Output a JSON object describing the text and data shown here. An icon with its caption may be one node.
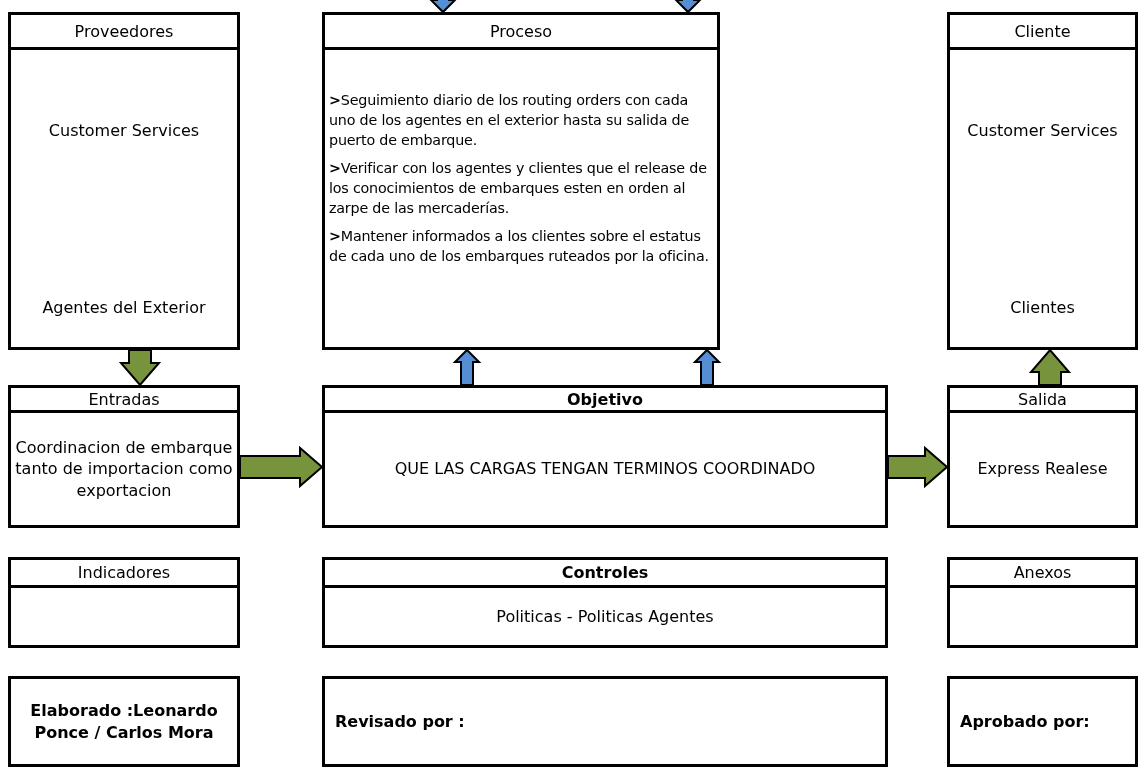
{
  "diagram": {
    "nodes": [
      {
        "text": [
          "Proveedores",
          "Customer Services",
          "Agentes del Exterior"
        ]
      },
      {
        "text": [
          "Proceso",
          "**>**Seguimiento diario de los routing orders con cada uno de los agentes en el exterior hasta su salida de puerto de embarque.",
          "**>**Verificar con los agentes y clientes que el release de los conocimientos de embarques esten en orden al zarpe de las mercaderías.",
          "**>**Mantener informados a los clientes sobre el estatus de cada uno de los embarques ruteados por la oficina."
        ]
      },
      {
        "text": [
          "Cliente",
          "Customer Services",
          "Clientes"
        ]
      },
      {
        "text": [
          "Entradas",
          "Coordinacion de embarque tanto de importacion como exportacion"
        ]
      },
      {
        "text": [
          "Objetivo",
          "QUE LAS CARGAS TENGAN TERMINOS COORDINADO"
        ]
      },
      {
        "text": [
          "Salida",
          "Express Realese"
        ]
      },
      {
        "text": [
          "Indicadores"
        ]
      },
      {
        "text": [
          "Controles",
          "Politicas - Politicas Agentes"
        ]
      },
      {
        "text": [
          "Anexos"
        ]
      },
      {
        "text": [
          "Elaborado :Leonardo Ponce / Carlos Mora"
        ]
      },
      {
        "text": [
          "Revisado por :"
        ]
      },
      {
        "text": [
          "Aprobado por:"
        ]
      }
    ],
    "edges": [
      {
        "from": 0,
        "to": 3,
        "arrow": "to",
        "style": "thick",
        "color": "#77933c"
      },
      {
        "from": 3,
        "to": 4,
        "arrow": "to",
        "style": "thick",
        "color": "#77933c"
      },
      {
        "from": 4,
        "to": 5,
        "arrow": "to",
        "style": "thick",
        "color": "#77933c"
      },
      {
        "from": 5,
        "to": 2,
        "arrow": "to",
        "style": "thick",
        "color": "#77933c"
      },
      {
        "from": 4,
        "to": 1,
        "arrow": "to",
        "color": "#558ed5"
      },
      {
        "from": 4,
        "to": 1,
        "arrow": "to",
        "color": "#558ed5"
      },
      {
        "from": null,
        "to": 1,
        "arrow": "to",
        "color": "#558ed5"
      },
      {
        "from": null,
        "to": 1,
        "arrow": "to",
        "color": "#558ed5"
      }
    ]
  }
}
